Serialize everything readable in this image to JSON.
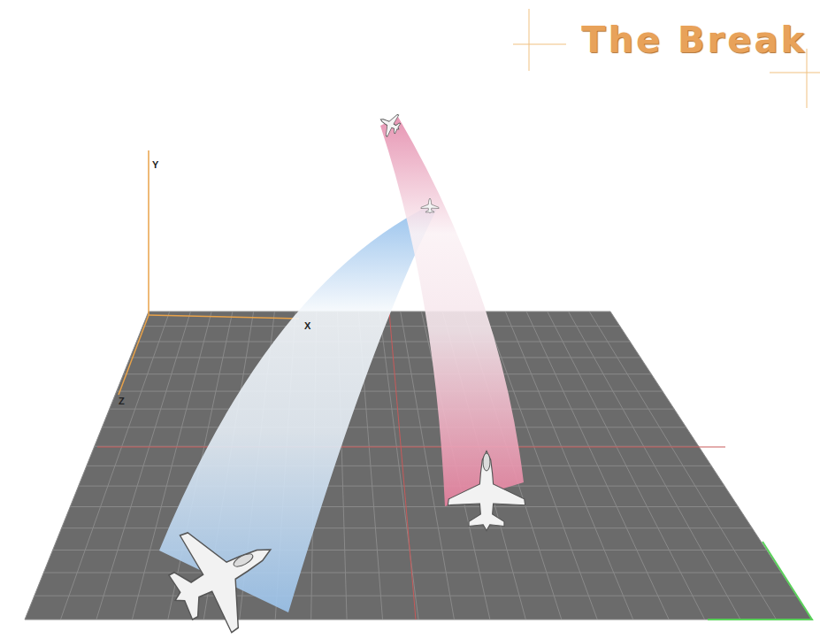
{
  "diagram": {
    "title": "The Break",
    "labels": [
      "Y",
      "X",
      "Z"
    ]
  }
}
